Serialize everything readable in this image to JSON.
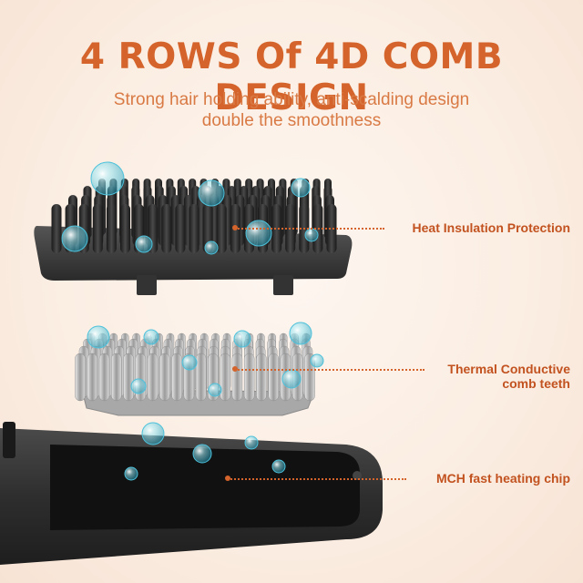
{
  "headline": "4 ROWS Of 4D COMB DESIGN",
  "subtitle_line1": "Strong hair holding ability, anti-scalding design",
  "subtitle_line2": "double the smoothness",
  "callouts": {
    "heat_insulation": "Heat Insulation Protection",
    "thermal_line1": "Thermal Conductive",
    "thermal_line2": "comb teeth",
    "mch_chip": "MCH fast heating chip"
  },
  "colors": {
    "accent": "#d4642b",
    "background": "#fbeee3",
    "comb_black": "#2b2b2b",
    "comb_silver": "#b8b8b8"
  }
}
